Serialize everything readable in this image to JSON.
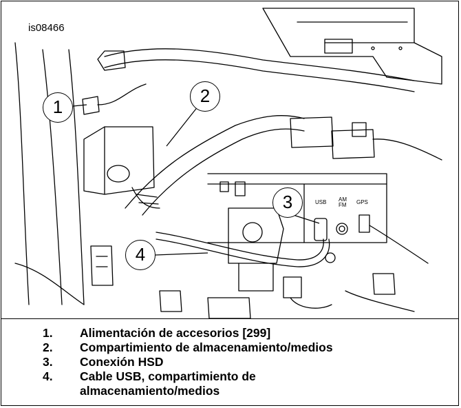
{
  "figure_id": "is08466",
  "callouts": [
    "1",
    "2",
    "3",
    "4"
  ],
  "panel_labels": {
    "usb": "USB",
    "am": "AM",
    "fm": "FM",
    "gps": "GPS"
  },
  "legend": [
    {
      "number": "1.",
      "text": "Alimentación de accesorios [299]"
    },
    {
      "number": "2.",
      "text": "Compartimiento de almacenamiento/medios"
    },
    {
      "number": "3.",
      "text": "Conexión HSD"
    },
    {
      "number": "4.",
      "text": "Cable USB, compartimiento de almacenamiento/medios"
    }
  ]
}
